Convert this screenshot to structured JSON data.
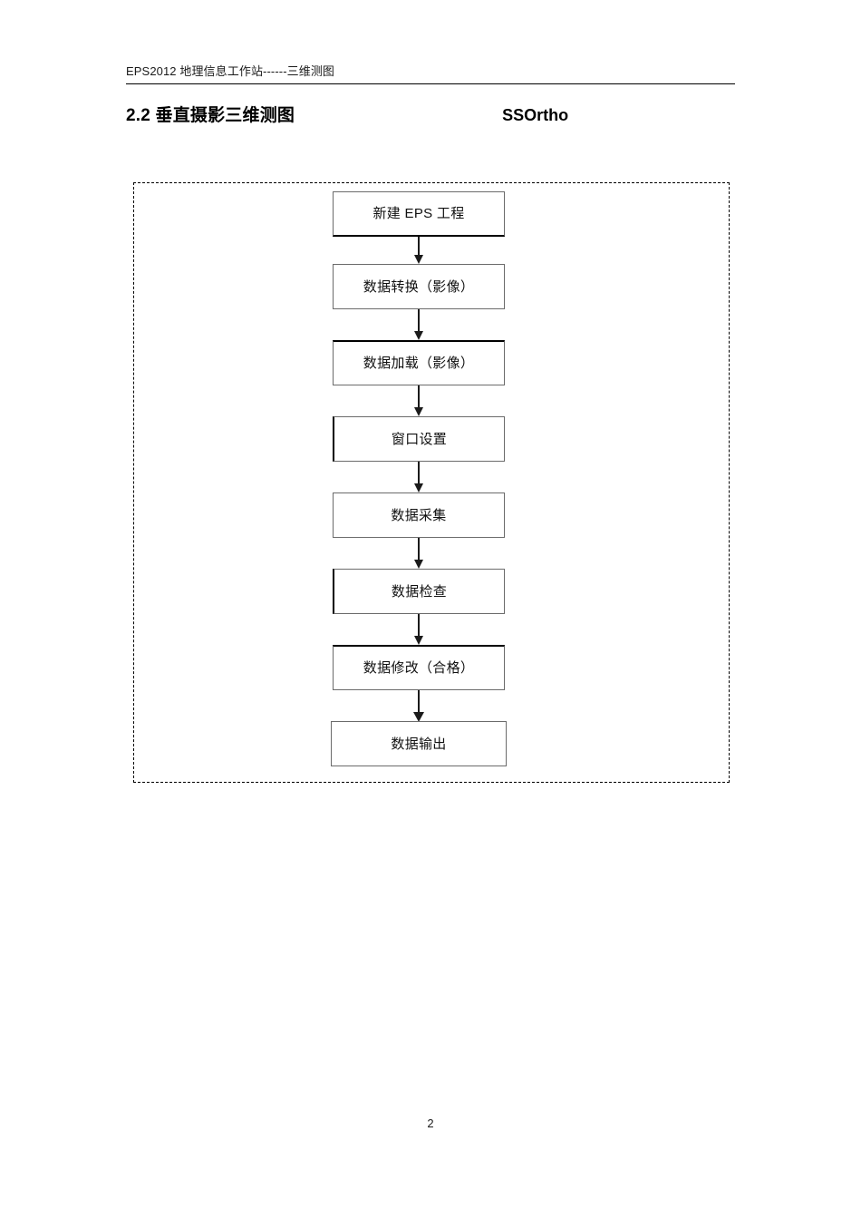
{
  "document": {
    "header_text": "EPS2012 地理信息工作站------三维测图",
    "page_number": "2"
  },
  "section": {
    "number_and_title": "2.2 垂直摄影三维测图",
    "right_label": "SSOrtho"
  },
  "flowchart": {
    "type": "flowchart",
    "orientation": "vertical",
    "frame_style": "dashed",
    "nodes": [
      {
        "id": "n1",
        "label": "新建 EPS 工程",
        "emphasis": "bottom"
      },
      {
        "id": "n2",
        "label": "数据转换（影像）",
        "emphasis": "none"
      },
      {
        "id": "n3",
        "label": "数据加载（影像）",
        "emphasis": "top"
      },
      {
        "id": "n4",
        "label": "窗口设置",
        "emphasis": "left"
      },
      {
        "id": "n5",
        "label": "数据采集",
        "emphasis": "none"
      },
      {
        "id": "n6",
        "label": "数据检查",
        "emphasis": "left"
      },
      {
        "id": "n7",
        "label": "数据修改（合格）",
        "emphasis": "top"
      },
      {
        "id": "n8",
        "label": "数据输出",
        "emphasis": "none"
      }
    ],
    "edges": [
      {
        "from": "n1",
        "to": "n2",
        "style": "arrow"
      },
      {
        "from": "n2",
        "to": "n3",
        "style": "arrow"
      },
      {
        "from": "n3",
        "to": "n4",
        "style": "arrow"
      },
      {
        "from": "n4",
        "to": "n5",
        "style": "arrow"
      },
      {
        "from": "n5",
        "to": "n6",
        "style": "arrow"
      },
      {
        "from": "n6",
        "to": "n7",
        "style": "arrow"
      },
      {
        "from": "n7",
        "to": "n8",
        "style": "arrow-bold"
      }
    ]
  },
  "colors": {
    "text": "#111111",
    "node_border": "#6b6b6b",
    "emphasis_border": "#000000",
    "arrow": "#1b1b1b",
    "page_background": "#ffffff"
  }
}
